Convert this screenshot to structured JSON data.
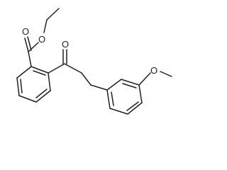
{
  "structure": {
    "atoms": {
      "ester_oxygen": "O",
      "carbonyl_oxygen_ester": "O",
      "ketone_oxygen": "O",
      "methoxy_oxygen": "O"
    },
    "colors": {
      "bond": "#222222",
      "background": "#ffffff"
    }
  }
}
